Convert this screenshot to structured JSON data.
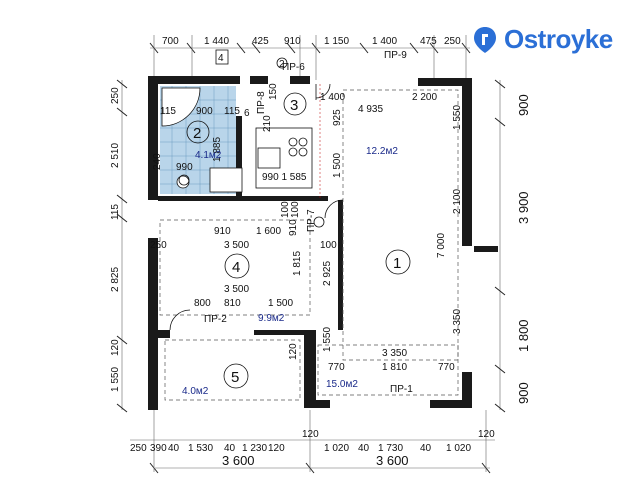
{
  "brand": {
    "name": "Ostroyke",
    "color": "#2b6fd6"
  },
  "top_dims": [
    "700",
    "1 440",
    "425",
    "910",
    "1 150",
    "1 400",
    "475",
    "250"
  ],
  "top_extra": [
    "4",
    "ПР-6",
    "2",
    "ПР-9"
  ],
  "bottom_dims": [
    "250",
    "390",
    "40",
    "1 530",
    "40",
    "1 230",
    "120",
    "120",
    "1 020",
    "40",
    "1 730",
    "40",
    "1 020",
    "120"
  ],
  "bottom_totals": [
    "3 600",
    "3 600"
  ],
  "left_dims": [
    "250",
    "2 510",
    "115",
    "2 825",
    "120",
    "1 550"
  ],
  "right_dims": [
    "900",
    "3 900",
    "1 800",
    "900"
  ],
  "rooms": [
    {
      "num": "1",
      "area": "12.2м2"
    },
    {
      "num": "2",
      "area": "4.1м2"
    },
    {
      "num": "3",
      "area": ""
    },
    {
      "num": "4",
      "area": "9.9м2"
    },
    {
      "num": "5",
      "area": "4.0м2"
    },
    {
      "num": "",
      "area": "15.0м2"
    }
  ],
  "openings": [
    "ПР-8",
    "ПР-7",
    "ПР-2",
    "ПР-1"
  ],
  "inner_labels": {
    "bath_top": [
      "115",
      "900",
      "115"
    ],
    "bath_side": [
      "1 885"
    ],
    "bath_990": "990",
    "k1400": "1 400",
    "k2200": "2 200",
    "k4935": "4 935",
    "k925": "925",
    "k1550": "1 550",
    "k1500": "1 500",
    "k990_1585": "990 1 585",
    "k2100": "2 100",
    "k7000": "7 000",
    "k3350v": "3 350",
    "k3350h": "3 350",
    "k1550b": "1 550",
    "k770a": "770",
    "k1810": "1 810",
    "k770b": "770",
    "r4_910": "910",
    "r4_1600": "1 600",
    "r4_910b": "910",
    "r4_100": "100",
    "r4_3500": "3 500",
    "r4_1815": "1 815",
    "r4_2925": "2 925",
    "r4_3500b": "3 500",
    "r4_800": "800",
    "r4_810": "810",
    "r4_1500": "1 500",
    "h120": "120",
    "k210": "210",
    "k150": "150",
    "k240": "240",
    "k6": "6",
    "k100": "100",
    "k250": "250",
    "k100b": "100"
  }
}
